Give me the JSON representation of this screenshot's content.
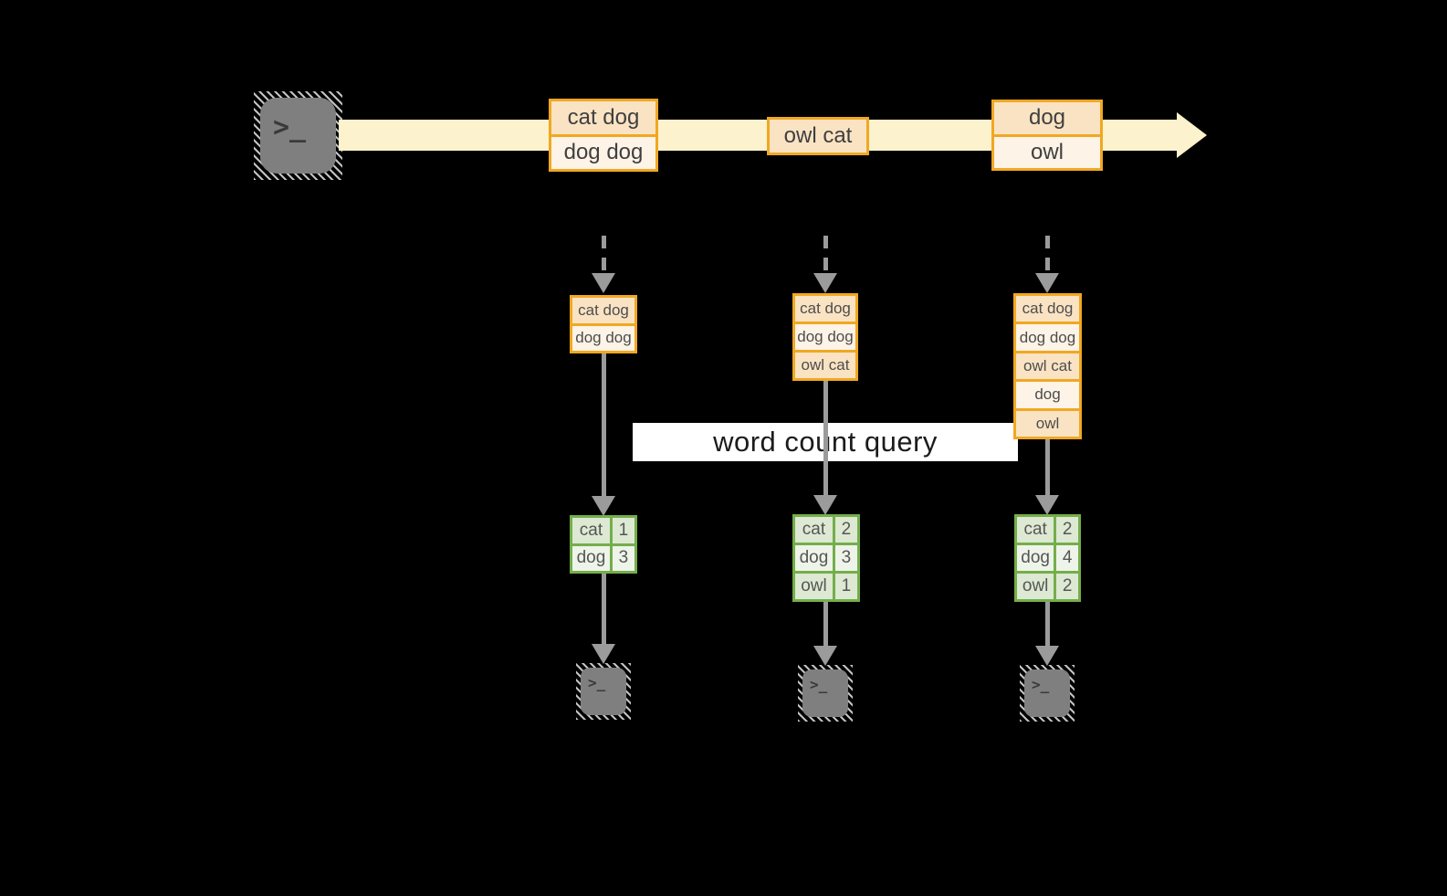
{
  "icons": {
    "terminal_glyph": ">_"
  },
  "colors": {
    "background": "#000000",
    "stream_band": "#fcf2cd",
    "message_border": "#f0a822",
    "message_fill_a": "#fae3c3",
    "message_fill_b": "#fdf3e6",
    "table_border": "#74ae4b",
    "table_fill_a": "#dde9d3",
    "table_fill_b": "#eef4e9",
    "arrow_gray": "#9b9b9b",
    "terminal_gray": "#7f7f7f"
  },
  "stream": {
    "messages": [
      {
        "lines": [
          "cat dog",
          "dog dog"
        ]
      },
      {
        "lines": [
          "owl cat"
        ]
      },
      {
        "lines": [
          "dog",
          "owl"
        ]
      }
    ]
  },
  "query": {
    "label": "word count query"
  },
  "columns": [
    {
      "buffer": [
        "cat dog",
        "dog dog"
      ],
      "counts": [
        {
          "word": "cat",
          "count": "1"
        },
        {
          "word": "dog",
          "count": "3"
        }
      ]
    },
    {
      "buffer": [
        "cat dog",
        "dog dog",
        "owl cat"
      ],
      "counts": [
        {
          "word": "cat",
          "count": "2"
        },
        {
          "word": "dog",
          "count": "3"
        },
        {
          "word": "owl",
          "count": "1"
        }
      ]
    },
    {
      "buffer": [
        "cat dog",
        "dog dog",
        "owl cat",
        "dog",
        "owl"
      ],
      "counts": [
        {
          "word": "cat",
          "count": "2"
        },
        {
          "word": "dog",
          "count": "4"
        },
        {
          "word": "owl",
          "count": "2"
        }
      ]
    }
  ]
}
